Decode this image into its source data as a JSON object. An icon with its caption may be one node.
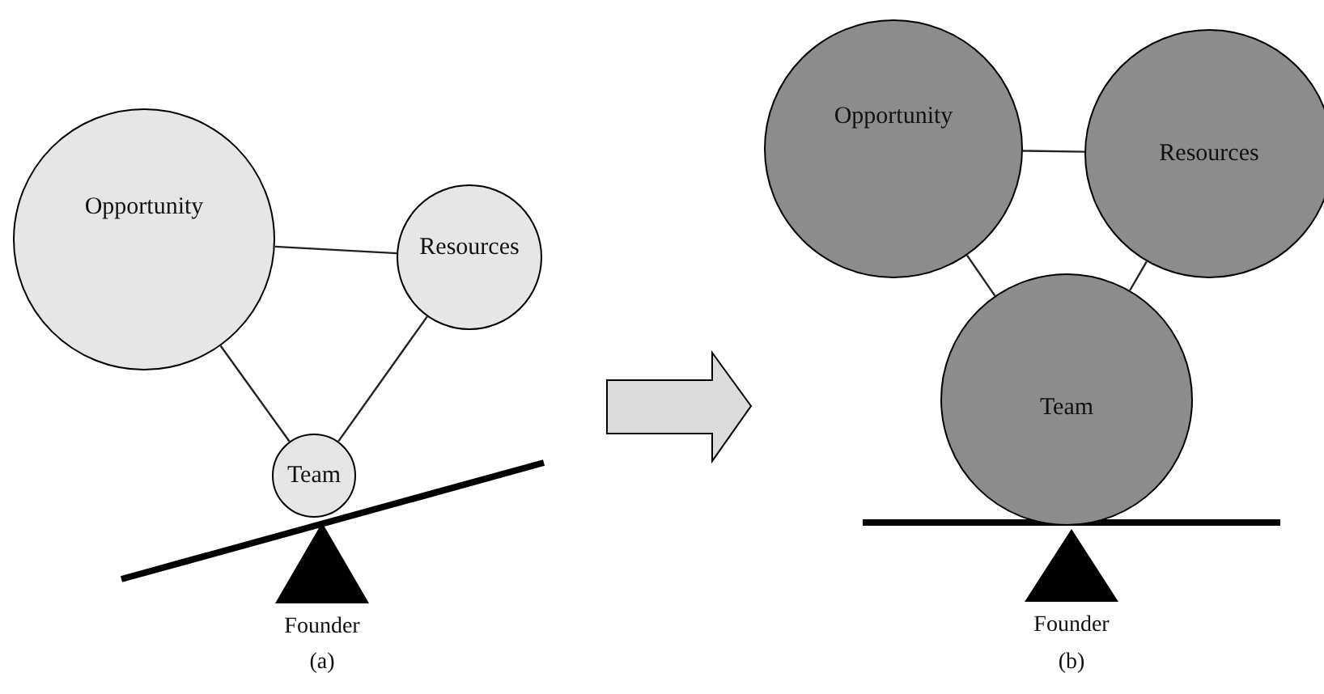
{
  "diagram": {
    "nodes": [
      {
        "text": [
          "Opportunity"
        ]
      },
      {
        "text": [
          "Resources"
        ]
      },
      {
        "text": [
          "Team"
        ]
      },
      {
        "text": [
          "Opportunity"
        ]
      },
      {
        "text": [
          "Resources"
        ]
      },
      {
        "text": [
          "Team"
        ]
      }
    ],
    "edges": [
      {
        "from": 0,
        "to": 1,
        "arrow": "none"
      },
      {
        "from": 0,
        "to": 2,
        "arrow": "none"
      },
      {
        "from": 1,
        "to": 2,
        "arrow": "none"
      },
      {
        "from": 3,
        "to": 4,
        "arrow": "none"
      },
      {
        "from": 3,
        "to": 5,
        "arrow": "none"
      },
      {
        "from": 4,
        "to": 5,
        "arrow": "none"
      }
    ],
    "labels": [
      "Founder",
      "(a)",
      "Founder",
      "(b)"
    ]
  }
}
